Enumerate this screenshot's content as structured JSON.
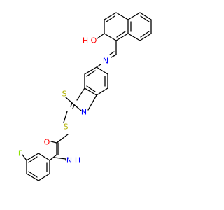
{
  "molecule": {
    "atoms": {
      "oxygen_hydroxyl": "O",
      "hydrogen_hydroxyl": "H",
      "nitrogen_imine": "N",
      "sulfur_ring": "S",
      "nitrogen_ring": "N",
      "sulfur_thioether": "S",
      "oxygen_carbonyl": "O",
      "nitrogen_amide": "N",
      "hydrogen_amide": "H",
      "fluorine": "F"
    },
    "colors": {
      "carbon_bond": "#000000",
      "oxygen": "#ff0000",
      "nitrogen": "#0000ff",
      "sulfur": "#b2b200",
      "fluorine": "#8fe000"
    }
  }
}
